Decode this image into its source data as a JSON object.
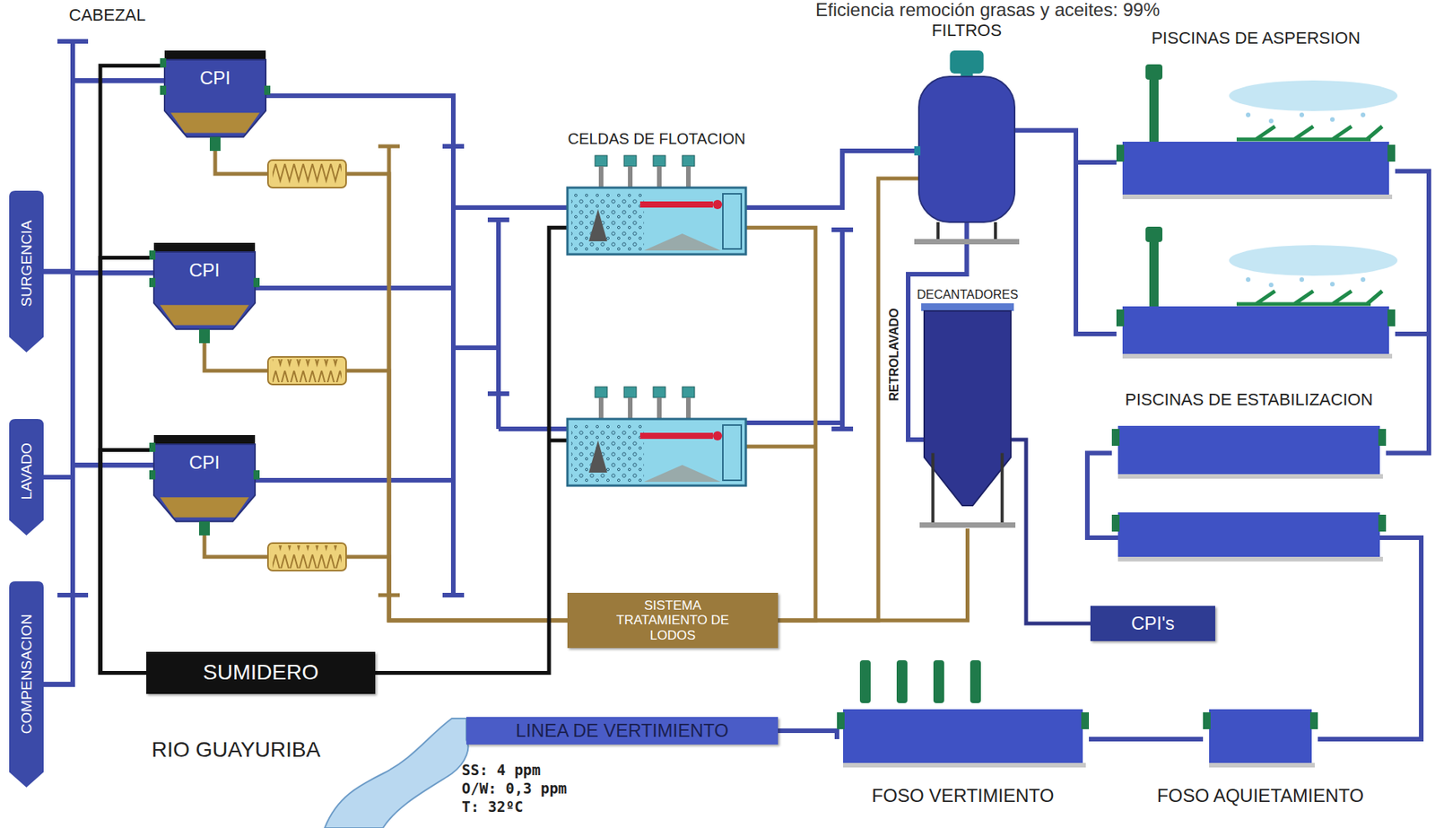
{
  "diagram": {
    "nodes": [
      {
        "text": [
          "CPI"
        ]
      },
      {
        "text": [
          "CPI"
        ]
      },
      {
        "text": [
          "CPI"
        ]
      },
      {
        "text": [
          "SURGENCIA"
        ]
      },
      {
        "text": [
          "LAVADO"
        ]
      },
      {
        "text": [
          "COMPENSACION"
        ]
      },
      {
        "text": [
          "SUMIDERO"
        ]
      },
      {
        "text": [
          "CELDAS DE FLOTACION"
        ]
      },
      {
        "text": [
          "SISTEMA TRATAMIENTO DE LODOS"
        ]
      },
      {
        "text": [
          "FILTROS"
        ]
      },
      {
        "text": [
          "DECANTADORES"
        ]
      },
      {
        "text": [
          "CPI's"
        ]
      },
      {
        "text": [
          "PISCINAS DE ASPERSION"
        ]
      },
      {
        "text": [
          "PISCINAS DE ESTABILIZACION"
        ]
      },
      {
        "text": [
          "FOSO AQUIETAMIENTO"
        ]
      },
      {
        "text": [
          "FOSO VERTIMIENTO"
        ]
      },
      {
        "text": [
          "LINEA DE VERTIMIENTO"
        ]
      }
    ],
    "edges": [
      {
        "from": 3,
        "to": 0,
        "arrow": "none"
      },
      {
        "from": 3,
        "to": 1,
        "arrow": "none"
      },
      {
        "from": 3,
        "to": 2,
        "arrow": "none"
      },
      {
        "from": 4,
        "to": 0,
        "arrow": "none"
      },
      {
        "from": 4,
        "to": 1,
        "arrow": "none"
      },
      {
        "from": 4,
        "to": 2,
        "arrow": "none"
      },
      {
        "from": 5,
        "to": 0,
        "arrow": "none"
      },
      {
        "from": 5,
        "to": 1,
        "arrow": "none"
      },
      {
        "from": 5,
        "to": 2,
        "arrow": "none"
      },
      {
        "from": 0,
        "to": 6,
        "arrow": "none"
      },
      {
        "from": 1,
        "to": 6,
        "arrow": "none"
      },
      {
        "from": 2,
        "to": 6,
        "arrow": "none"
      },
      {
        "from": 0,
        "to": 7,
        "arrow": "none"
      },
      {
        "from": 1,
        "to": 7,
        "arrow": "none"
      },
      {
        "from": 2,
        "to": 7,
        "arrow": "none"
      },
      {
        "from": 0,
        "to": 8,
        "arrow": "none"
      },
      {
        "from": 1,
        "to": 8,
        "arrow": "none"
      },
      {
        "from": 2,
        "to": 8,
        "arrow": "none"
      },
      {
        "from": 7,
        "to": 6,
        "arrow": "none"
      },
      {
        "from": 7,
        "to": 8,
        "arrow": "none"
      },
      {
        "from": 7,
        "to": 9,
        "arrow": "none"
      },
      {
        "from": 9,
        "to": 12,
        "arrow": "none"
      },
      {
        "from": 9,
        "to": 10,
        "arrow": "none"
      },
      {
        "from": 9,
        "to": 8,
        "arrow": "none"
      },
      {
        "from": 10,
        "to": 11,
        "arrow": "none"
      },
      {
        "from": 10,
        "to": 8,
        "arrow": "none"
      },
      {
        "from": 12,
        "to": 13,
        "arrow": "none"
      },
      {
        "from": 13,
        "to": 14,
        "arrow": "none"
      },
      {
        "from": 14,
        "to": 15,
        "arrow": "none"
      },
      {
        "from": 15,
        "to": 16,
        "arrow": "none"
      }
    ],
    "labels": [
      "Eficiencia remoción grasas y aceites: 99%",
      "CABEZAL",
      "RETROLAVADO",
      "RIO GUAYURIBA",
      "SS: 4 ppm",
      "O/W: 0,3 ppm",
      "T: 32ºC"
    ]
  }
}
